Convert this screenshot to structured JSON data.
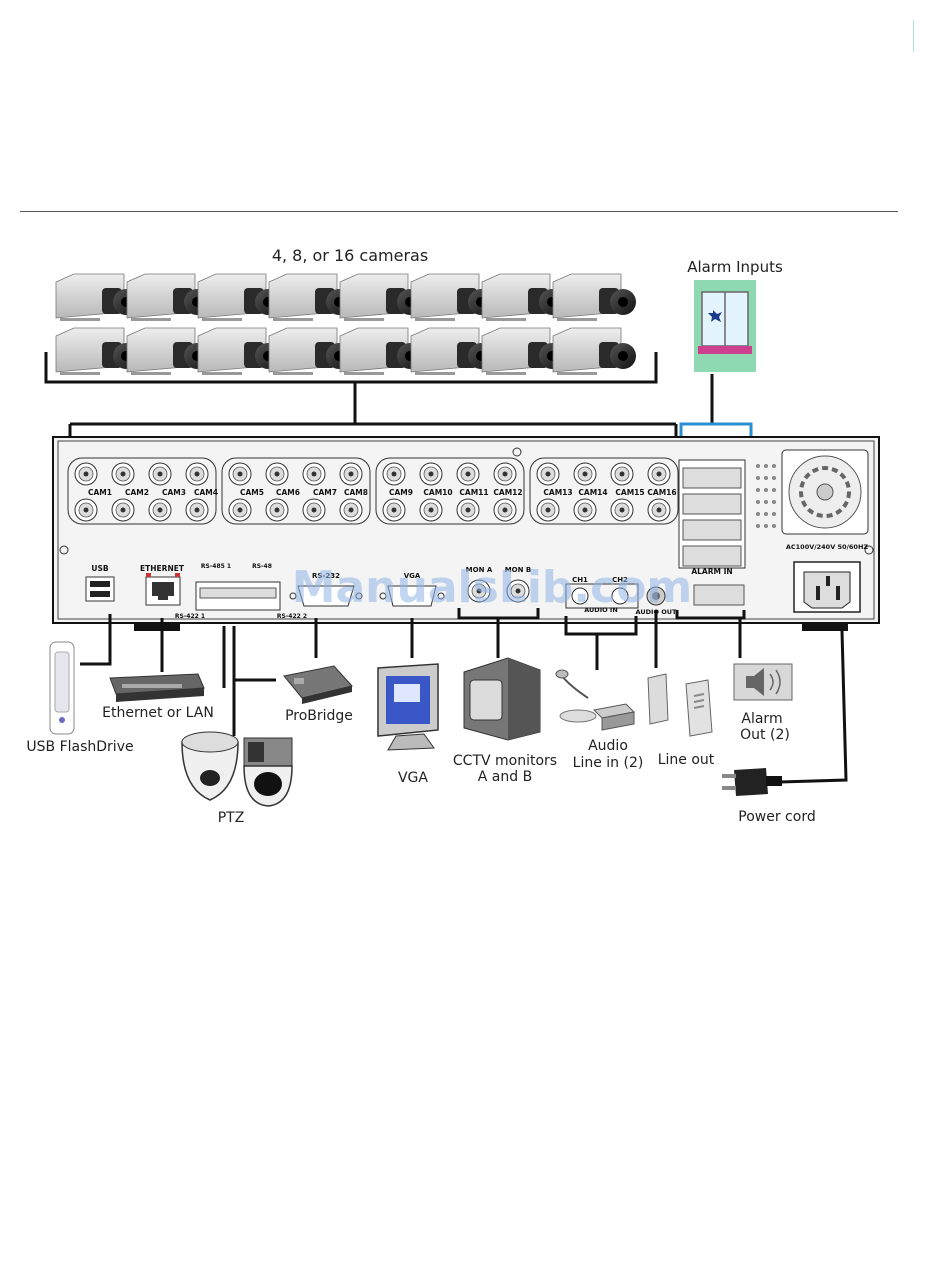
{
  "labels": {
    "cameras": "4, 8, or 16 cameras",
    "alarm_inputs": "Alarm Inputs",
    "usb_flashdrive": "USB FlashDrive",
    "ethernet_or_lan": "Ethernet or LAN",
    "probridge": "ProBridge",
    "ptz": "PTZ",
    "vga": "VGA",
    "cctv_line1": "CCTV monitors",
    "cctv_line2": "A and B",
    "audio_line1": "Audio",
    "audio_line2": "Line in (2)",
    "line_out": "Line out",
    "alarm_out_line1": "Alarm",
    "alarm_out_line2": "Out (2)",
    "power_cord": "Power cord"
  },
  "panel": {
    "cam_labels": [
      "CAM1",
      "CAM2",
      "CAM3",
      "CAM4",
      "CAM5",
      "CAM6",
      "CAM7",
      "CAM8",
      "CAM9",
      "CAM10",
      "CAM11",
      "CAM12",
      "CAM13",
      "CAM14",
      "CAM15",
      "CAM16"
    ],
    "usb": "USB",
    "ethernet": "ETHERNET",
    "rs485_1": "RS-485 1",
    "rs485_2": "RS-48",
    "rs232": "RS-232",
    "rs422_1": "RS-422 1",
    "rs422_2": "RS-422 2",
    "vga": "VGA",
    "mon_a": "MON A",
    "mon_b": "MON B",
    "ch1": "CH1",
    "ch2": "CH2",
    "audio_in": "AUDIO IN",
    "audio_out": "AUDIO OUT",
    "alarm_in": "ALARM IN",
    "power_rating": "AC100V/240V 50/60HZ"
  },
  "watermark": "ManualsLib.com",
  "colors": {
    "alarm_bracket": "#2a8fd0",
    "alarm_window_bg": "#8ed9b2",
    "alarm_sill": "#cf3f8f",
    "watermark": "#8fb4e6",
    "panel_fill": "#f4f4f4",
    "line": "#111111"
  }
}
